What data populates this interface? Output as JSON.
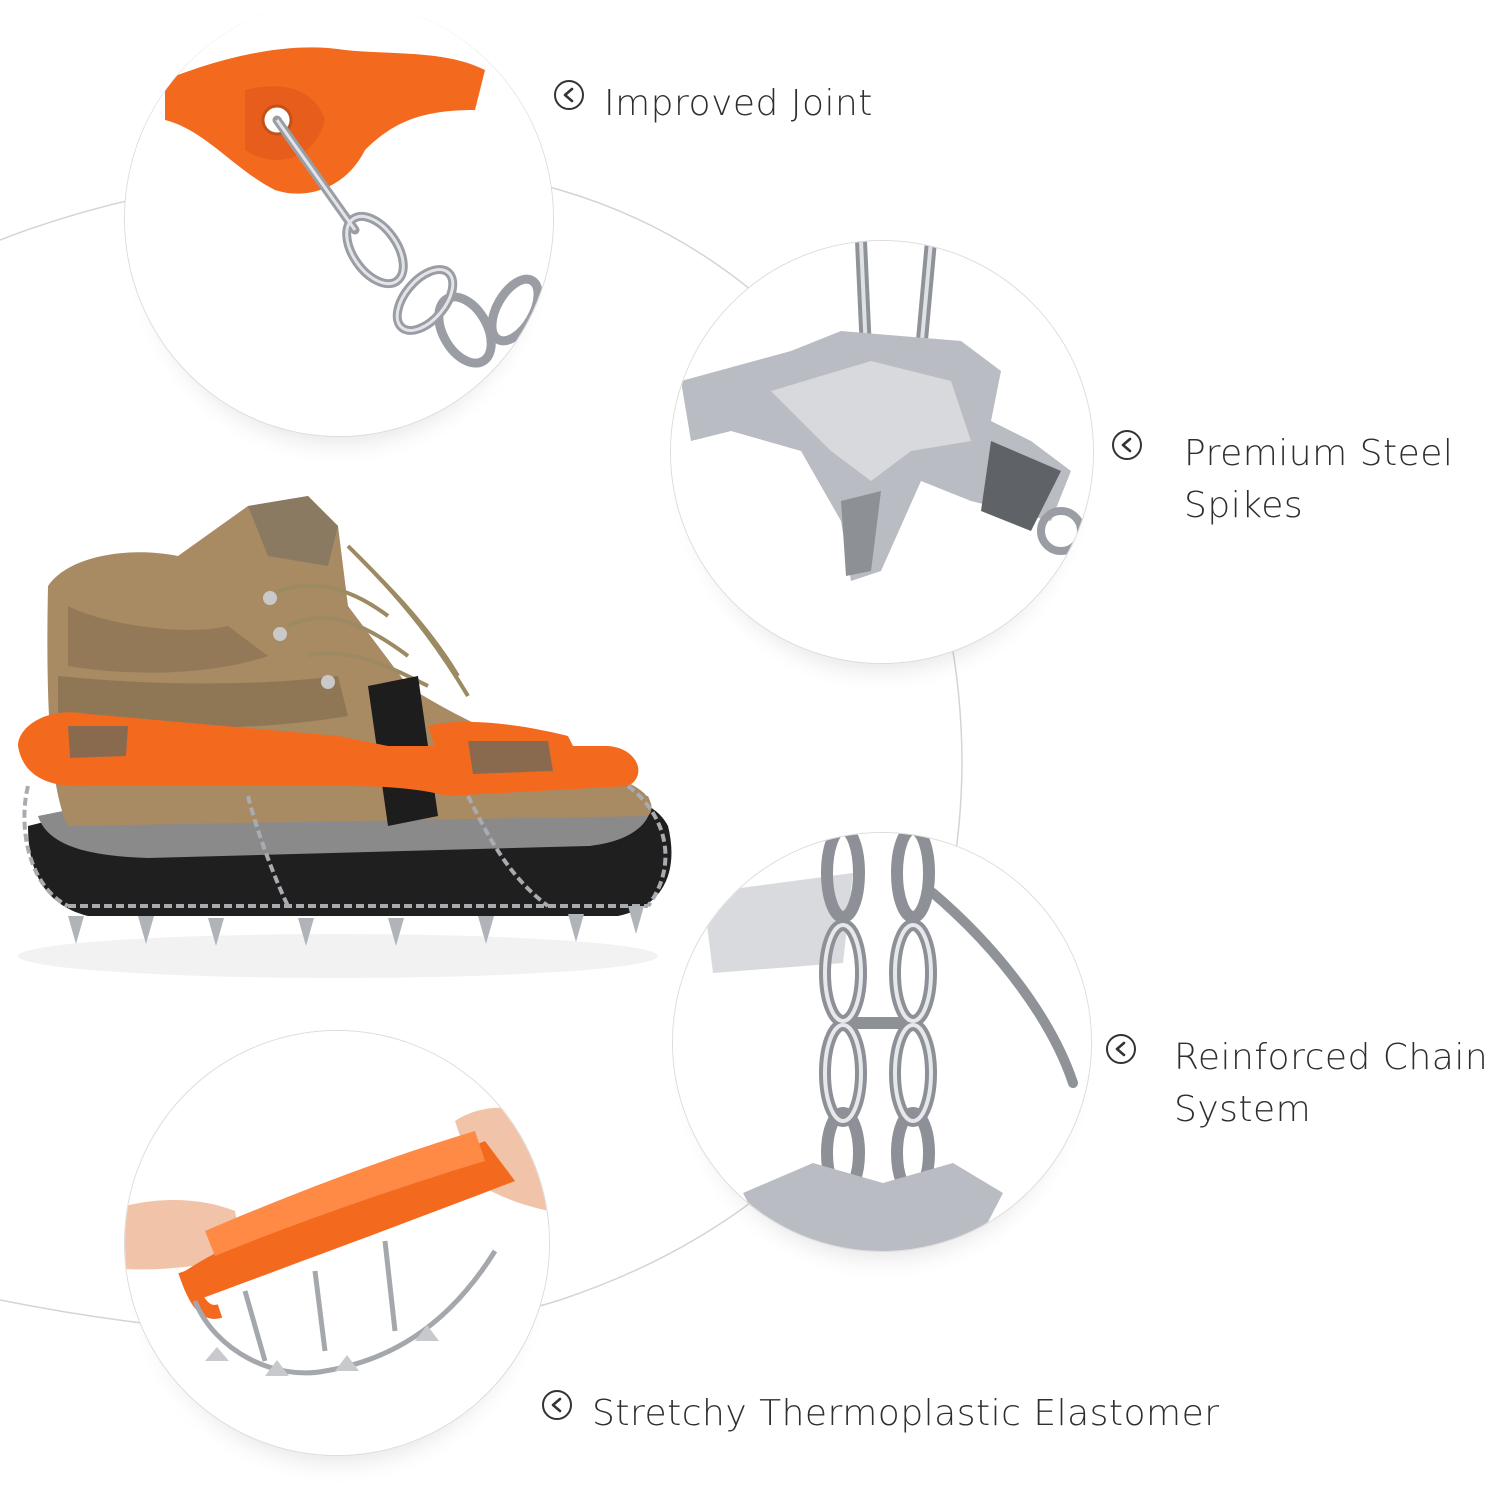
{
  "features": [
    {
      "id": "joint",
      "lines": [
        "Improved Joint"
      ]
    },
    {
      "id": "spikes",
      "lines": [
        "Premium Steel",
        "Spikes"
      ]
    },
    {
      "id": "chain",
      "lines": [
        "Reinforced Chain",
        "System"
      ]
    },
    {
      "id": "elast",
      "lines": [
        "Stretchy Thermoplastic Elastomer"
      ]
    }
  ],
  "icons": {
    "bullet": "chevron-left-circle-icon"
  },
  "colors": {
    "accent_orange": "#F36A1E",
    "steel": "#B9BCC2",
    "text": "#2E2E2E",
    "boot_tan": "#A88A63"
  }
}
